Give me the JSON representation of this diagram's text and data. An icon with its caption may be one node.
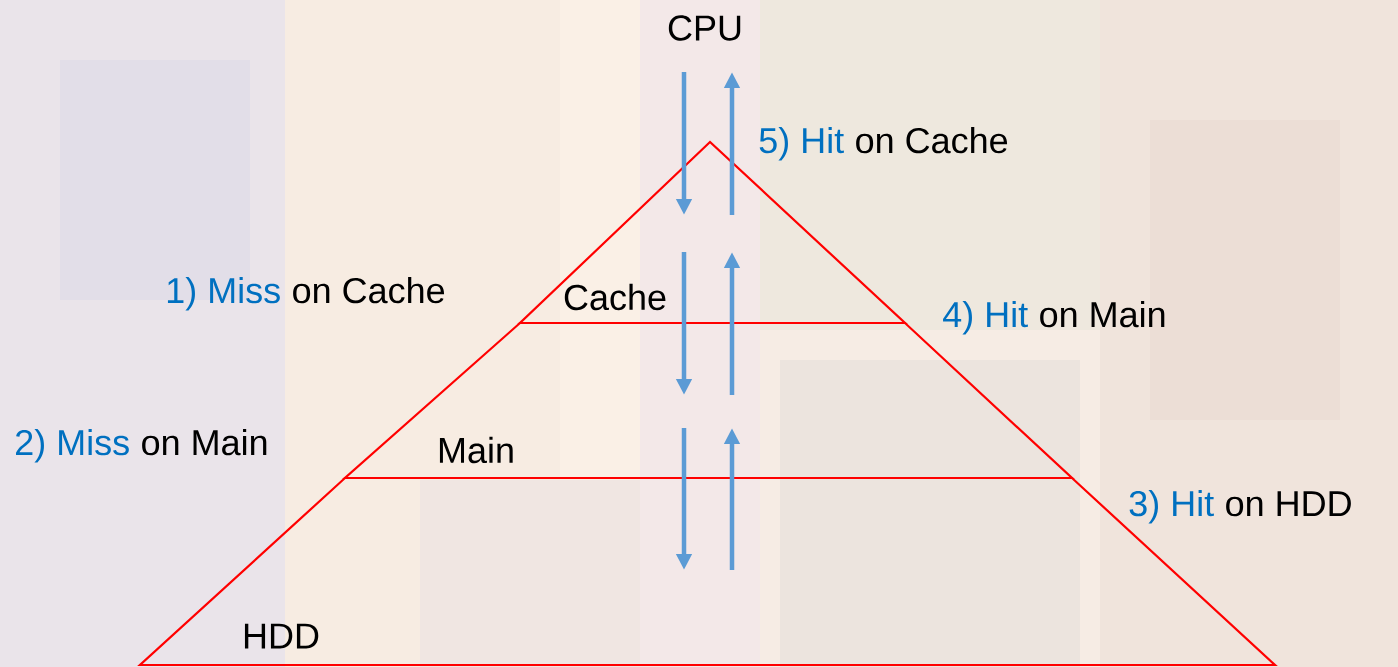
{
  "diagram": {
    "nodes": [
      {
        "text": [
          "CPU"
        ]
      },
      {
        "text": [
          "Cache"
        ]
      },
      {
        "text": [
          "Main"
        ]
      },
      {
        "text": [
          "HDD"
        ]
      }
    ],
    "edges": [
      {
        "from": 0,
        "to": 1,
        "arrow": "to"
      },
      {
        "from": 1,
        "to": 0,
        "arrow": "to"
      },
      {
        "from": 1,
        "to": 2,
        "arrow": "to"
      },
      {
        "from": 2,
        "to": 1,
        "arrow": "to"
      },
      {
        "from": 2,
        "to": 3,
        "arrow": "to"
      },
      {
        "from": 3,
        "to": 2,
        "arrow": "to"
      }
    ],
    "labels": [
      "5) Hit",
      "on Cache",
      "1) Miss",
      "on Cache",
      "4) Hit",
      "on Main",
      "2) Miss",
      "on Main",
      "3) Hit",
      "on HDD"
    ]
  }
}
